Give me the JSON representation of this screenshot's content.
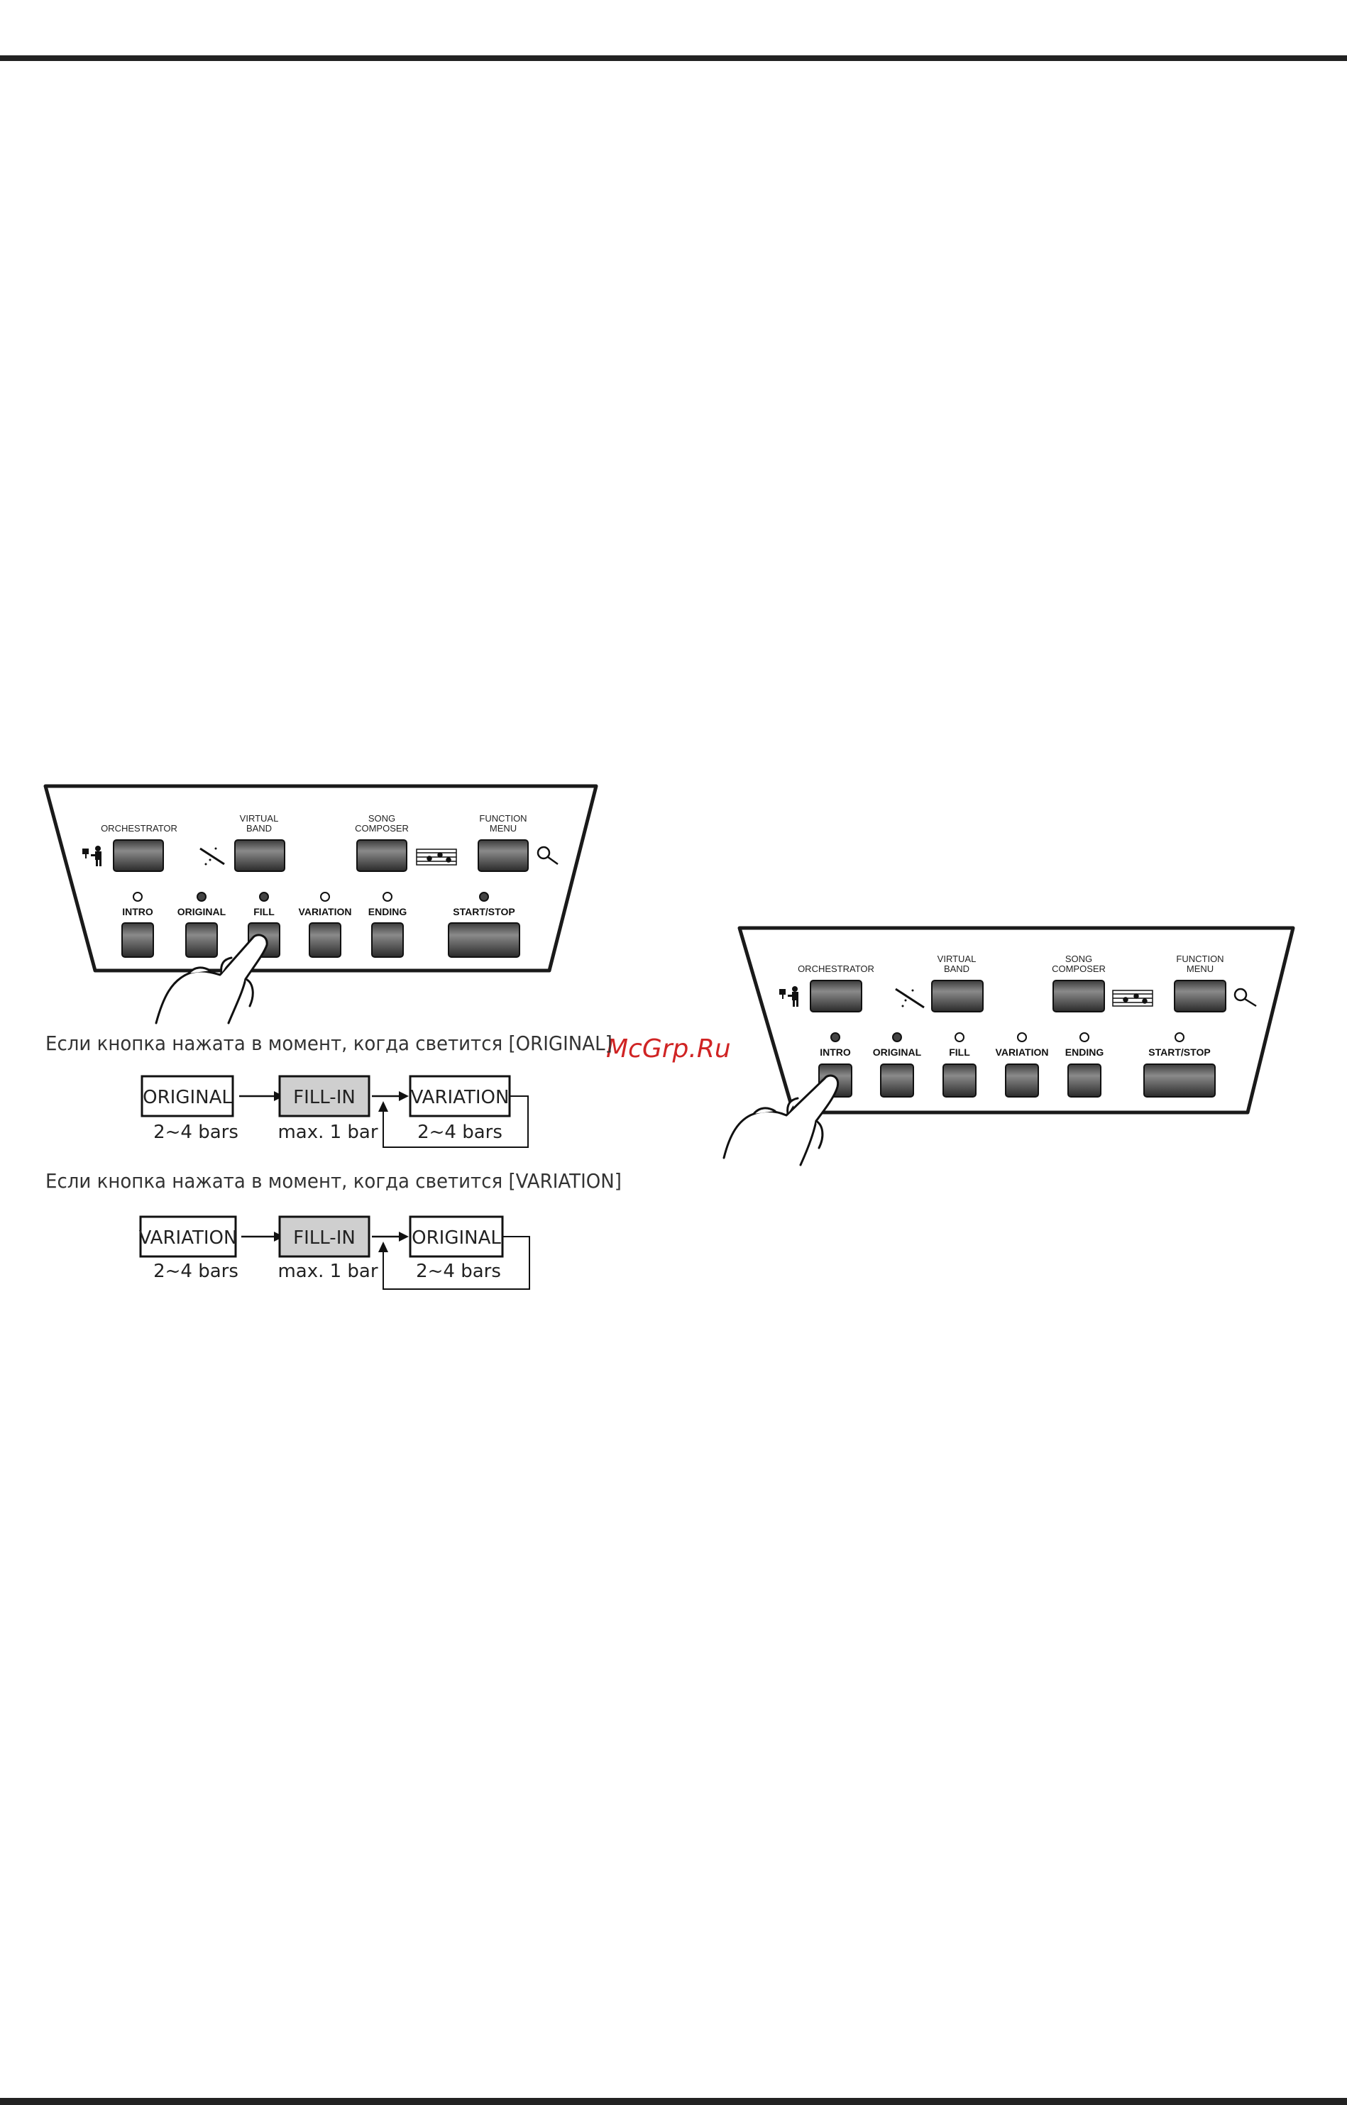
{
  "panel_left": {
    "top_buttons": {
      "orchestrator": "ORCHESTRATOR",
      "virtual_band_1": "VIRTUAL",
      "virtual_band_2": "BAND",
      "song_composer_1": "SONG",
      "song_composer_2": "COMPOSER",
      "function_menu_1": "FUNCTION",
      "function_menu_2": "MENU"
    },
    "bottom_buttons": {
      "intro": "INTRO",
      "original": "ORIGINAL",
      "fill": "FILL",
      "variation": "VARIATION",
      "ending": "ENDING",
      "start_stop": "START/STOP"
    },
    "pressed_button": "FILL"
  },
  "panel_right": {
    "top_buttons": {
      "orchestrator": "ORCHESTRATOR",
      "virtual_band_1": "VIRTUAL",
      "virtual_band_2": "BAND",
      "song_composer_1": "SONG",
      "song_composer_2": "COMPOSER",
      "function_menu_1": "FUNCTION",
      "function_menu_2": "MENU"
    },
    "bottom_buttons": {
      "intro": "INTRO",
      "original": "ORIGINAL",
      "fill": "FILL",
      "variation": "VARIATION",
      "ending": "ENDING",
      "start_stop": "START/STOP"
    },
    "pressed_button": "INTRO"
  },
  "watermark": "McGrp.Ru",
  "flow_original": {
    "caption": "Если кнопка нажата в момент, когда светится [ORIGINAL]",
    "box1": "ORIGINAL",
    "box1_sub": "2~4 bars",
    "box2": "FILL-IN",
    "box2_sub": "max. 1 bar",
    "box3": "VARIATION",
    "box3_sub": "2~4 bars"
  },
  "flow_variation": {
    "caption": "Если кнопка нажата в момент, когда светится [VARIATION]",
    "box1": "VARIATION",
    "box1_sub": "2~4 bars",
    "box2": "FILL-IN",
    "box2_sub": "max. 1 bar",
    "box3": "ORIGINAL",
    "box3_sub": "2~4 bars"
  }
}
